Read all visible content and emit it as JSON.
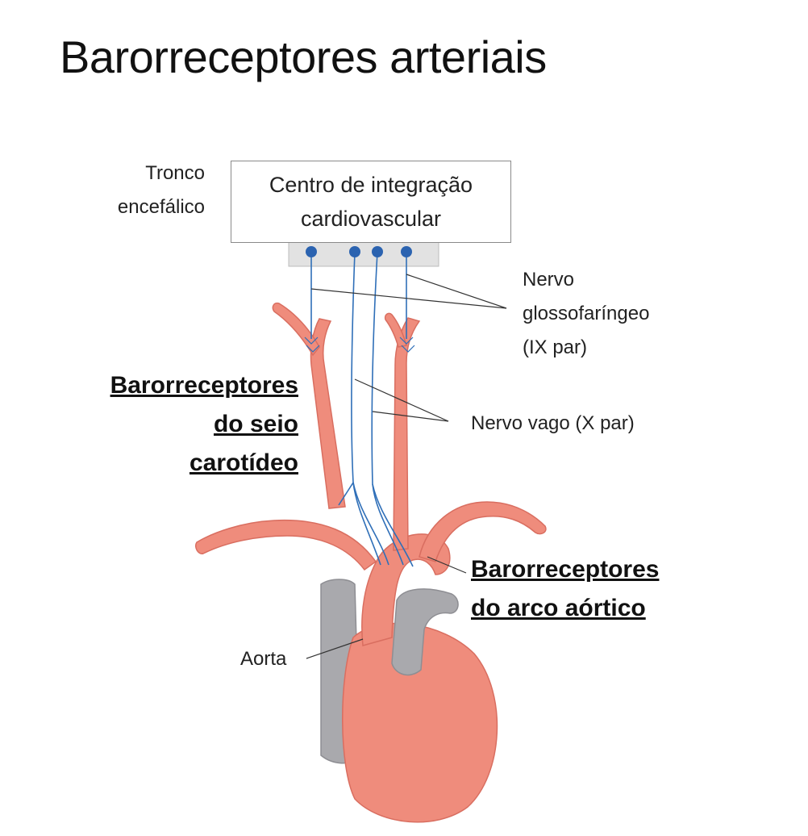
{
  "title": "Barorreceptores arteriais",
  "labels": {
    "brainstem_line1": "Tronco",
    "brainstem_line2": "encefálico",
    "center_line1": "Centro de integração",
    "center_line2": "cardiovascular",
    "glosso_line1": "Nervo",
    "glosso_line2": "glossofaríngeo",
    "glosso_line3": "(IX par)",
    "vagus": "Nervo vago (X par)",
    "carotid_line1": "Barorreceptores",
    "carotid_line2": "do seio",
    "carotid_line3": "carotídeo",
    "aortic_line1": "Barorreceptores",
    "aortic_line2": "do arco aórtico",
    "aorta": "Aorta"
  },
  "colors": {
    "artery": "#ef8c7c",
    "artery_dark": "#d96e60",
    "vein": "#a9a9ad",
    "vein_dark": "#8e8e93",
    "nerve": "#2f6fb8",
    "nerve_node": "#2b63b0",
    "brainstem_strip": "#e2e2e2"
  }
}
